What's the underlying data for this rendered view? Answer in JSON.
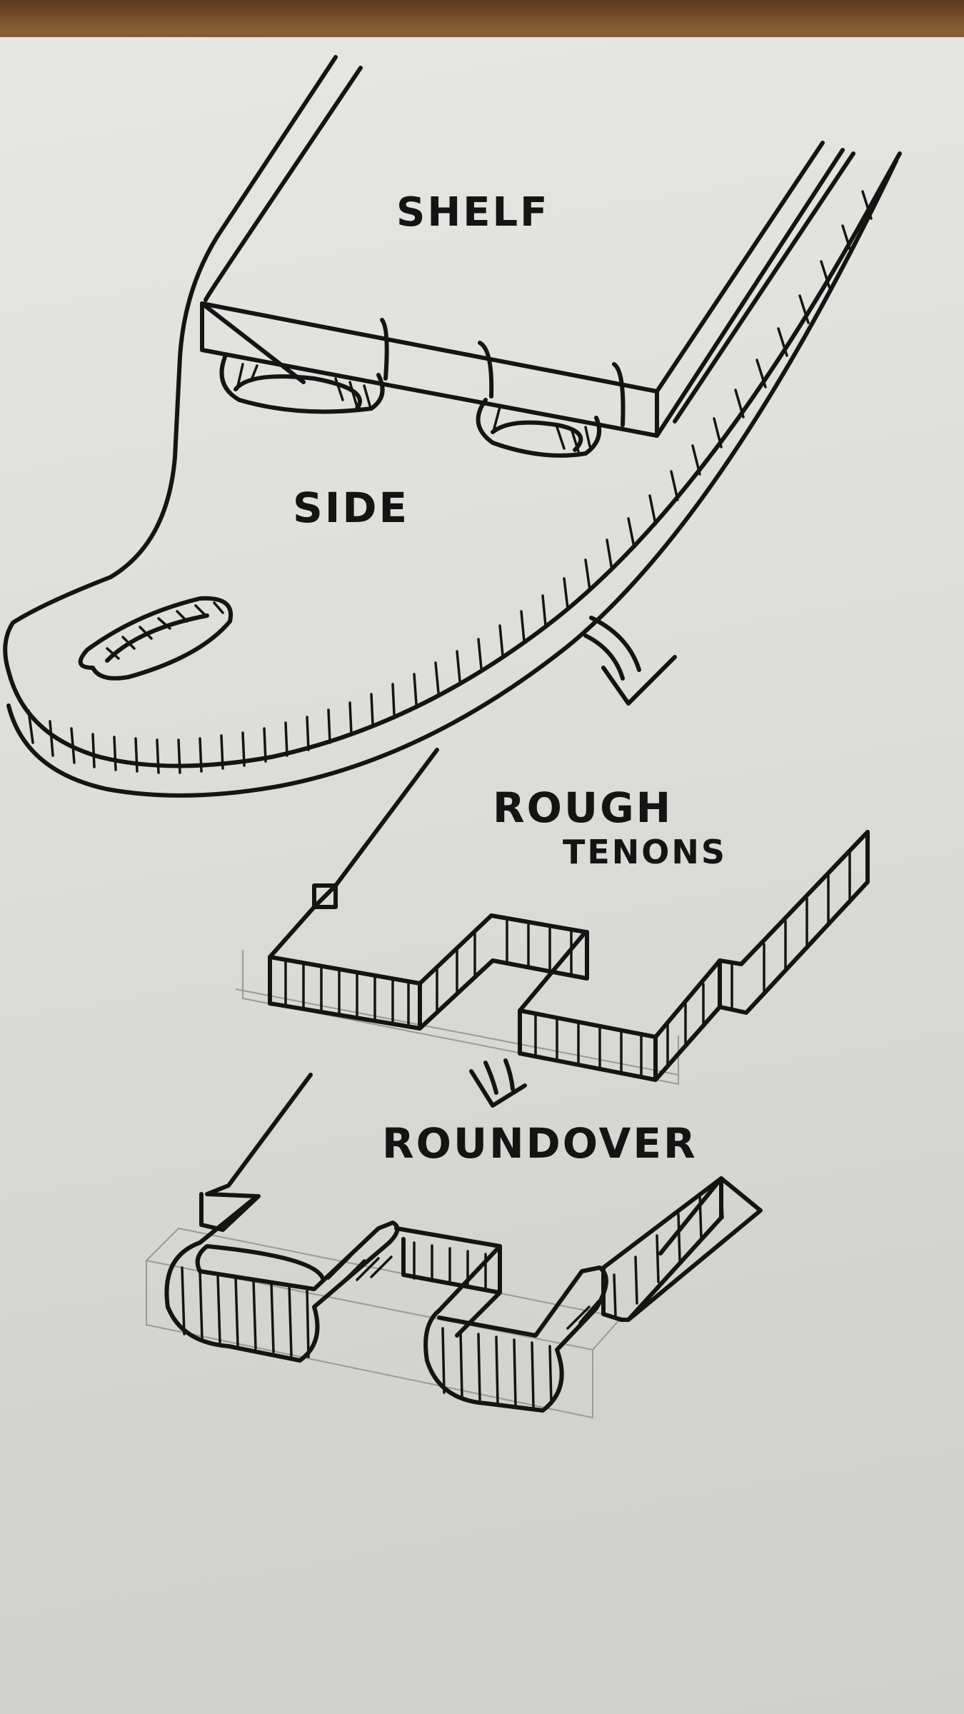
{
  "labels": {
    "shelf": "SHELF",
    "side": "SIDE",
    "rough_line1": "ROUGH",
    "rough_line2": "TENONS",
    "roundover": "ROUNDOVER"
  },
  "arrows": [
    "curved-arrow-down-icon",
    "curved-arrow-down-icon"
  ],
  "colors": {
    "ink": "#141414",
    "paper": "#dcdcd8",
    "desk": "#6b4a2a"
  }
}
